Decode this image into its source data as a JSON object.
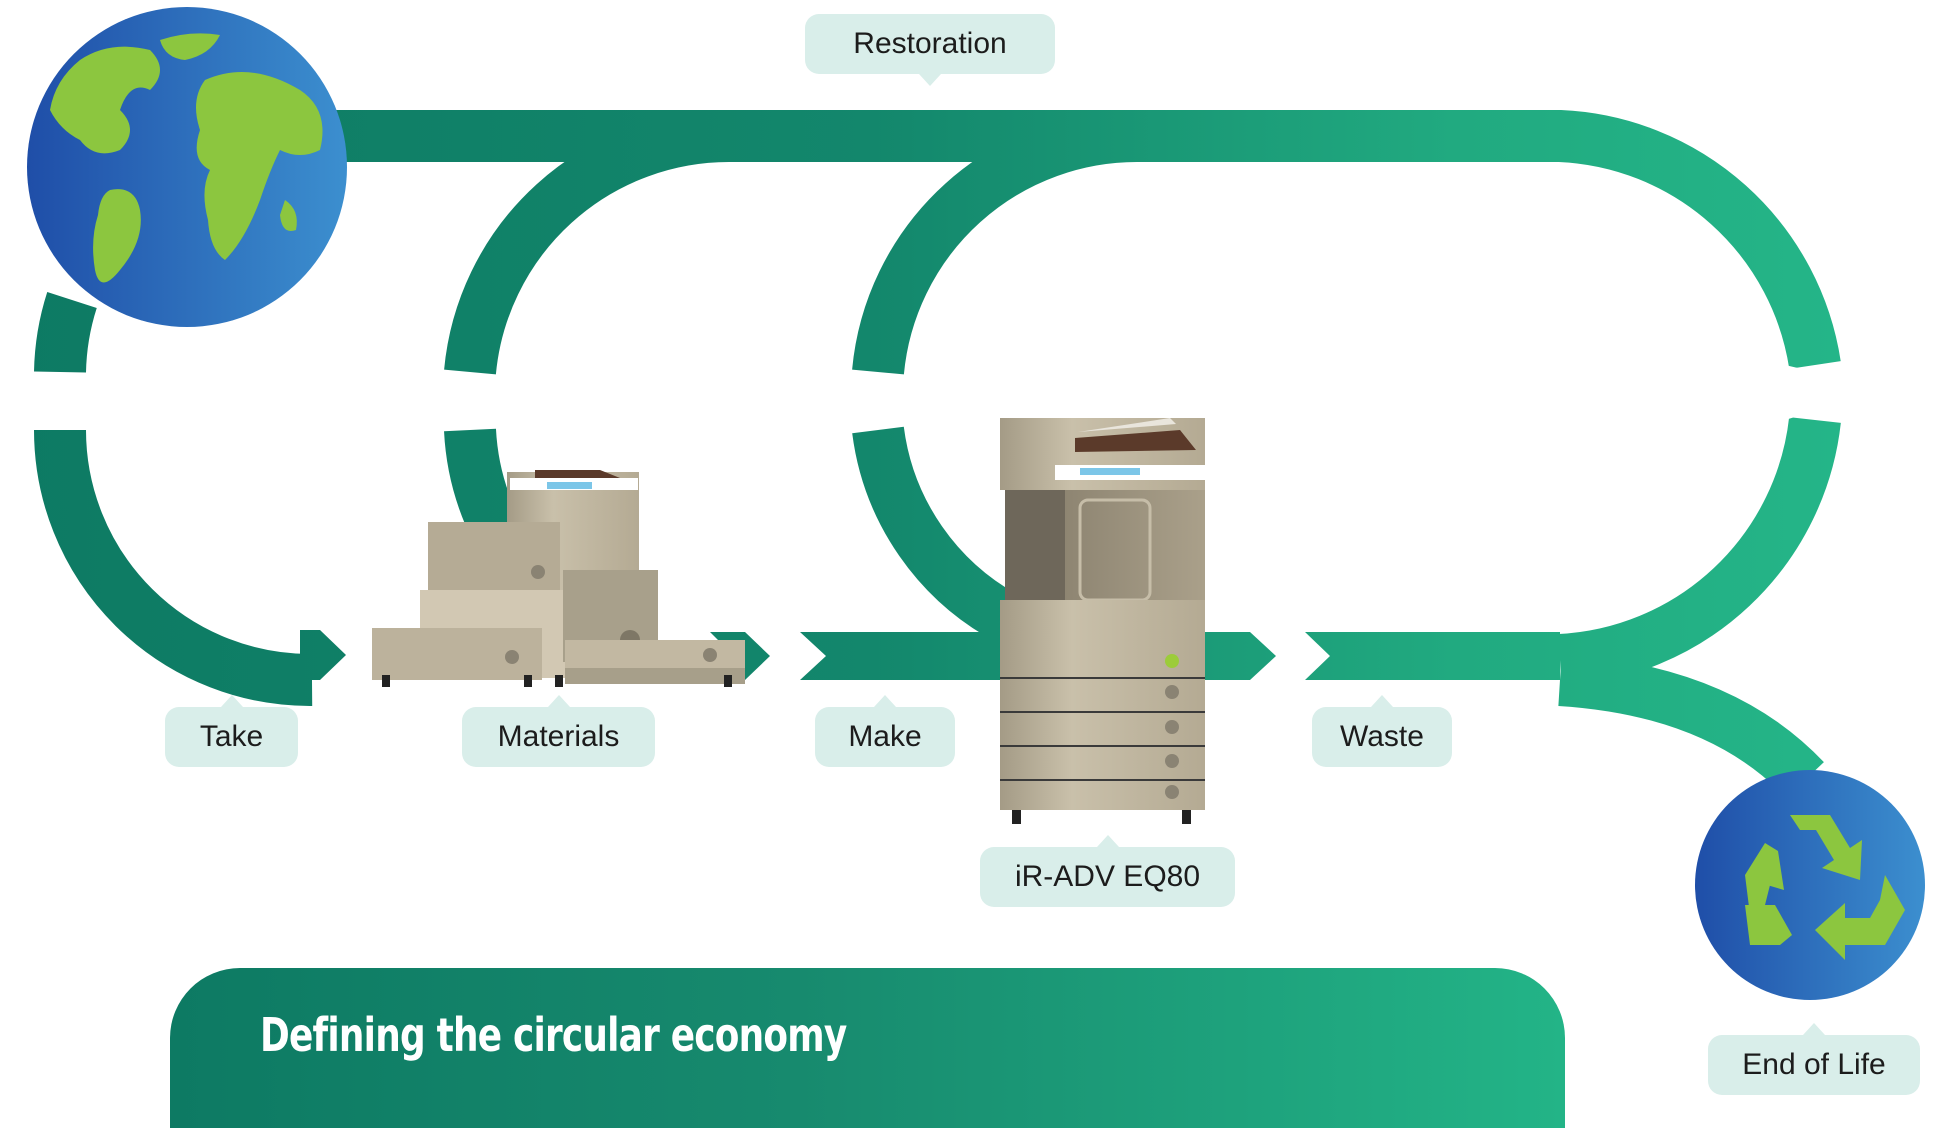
{
  "diagram": {
    "title": "Defining the circular economy",
    "labels": {
      "restoration": "Restoration",
      "take": "Take",
      "materials": "Materials",
      "make": "Make",
      "waste": "Waste",
      "product": "iR-ADV EQ80",
      "end_of_life": "End of Life"
    },
    "icons": [
      "globe-icon",
      "printer-parts-icon",
      "printer-icon",
      "recycle-icon"
    ],
    "colors": {
      "flow_dark": "#0d7a63",
      "flow_light": "#23b487",
      "label_bg": "#d9eeea",
      "earth_land": "#8cc63f",
      "earth_ocean": "#2a64b6"
    }
  }
}
